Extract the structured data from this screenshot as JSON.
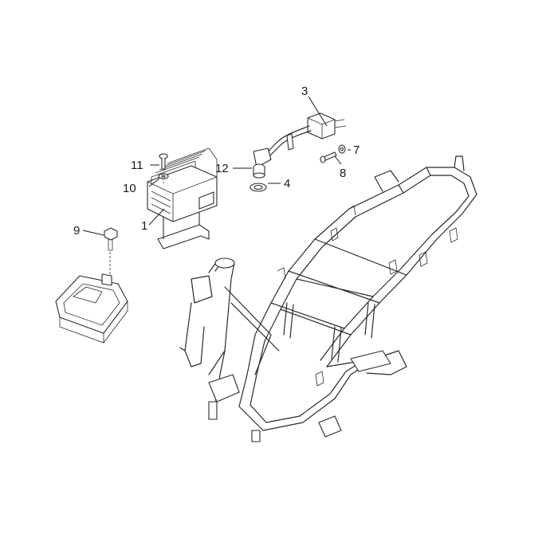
{
  "callouts": {
    "c1": "1",
    "c3": "3",
    "c4": "4",
    "c7": "7",
    "c8": "8",
    "c9": "9",
    "c10": "10",
    "c11": "11",
    "c12": "12"
  }
}
